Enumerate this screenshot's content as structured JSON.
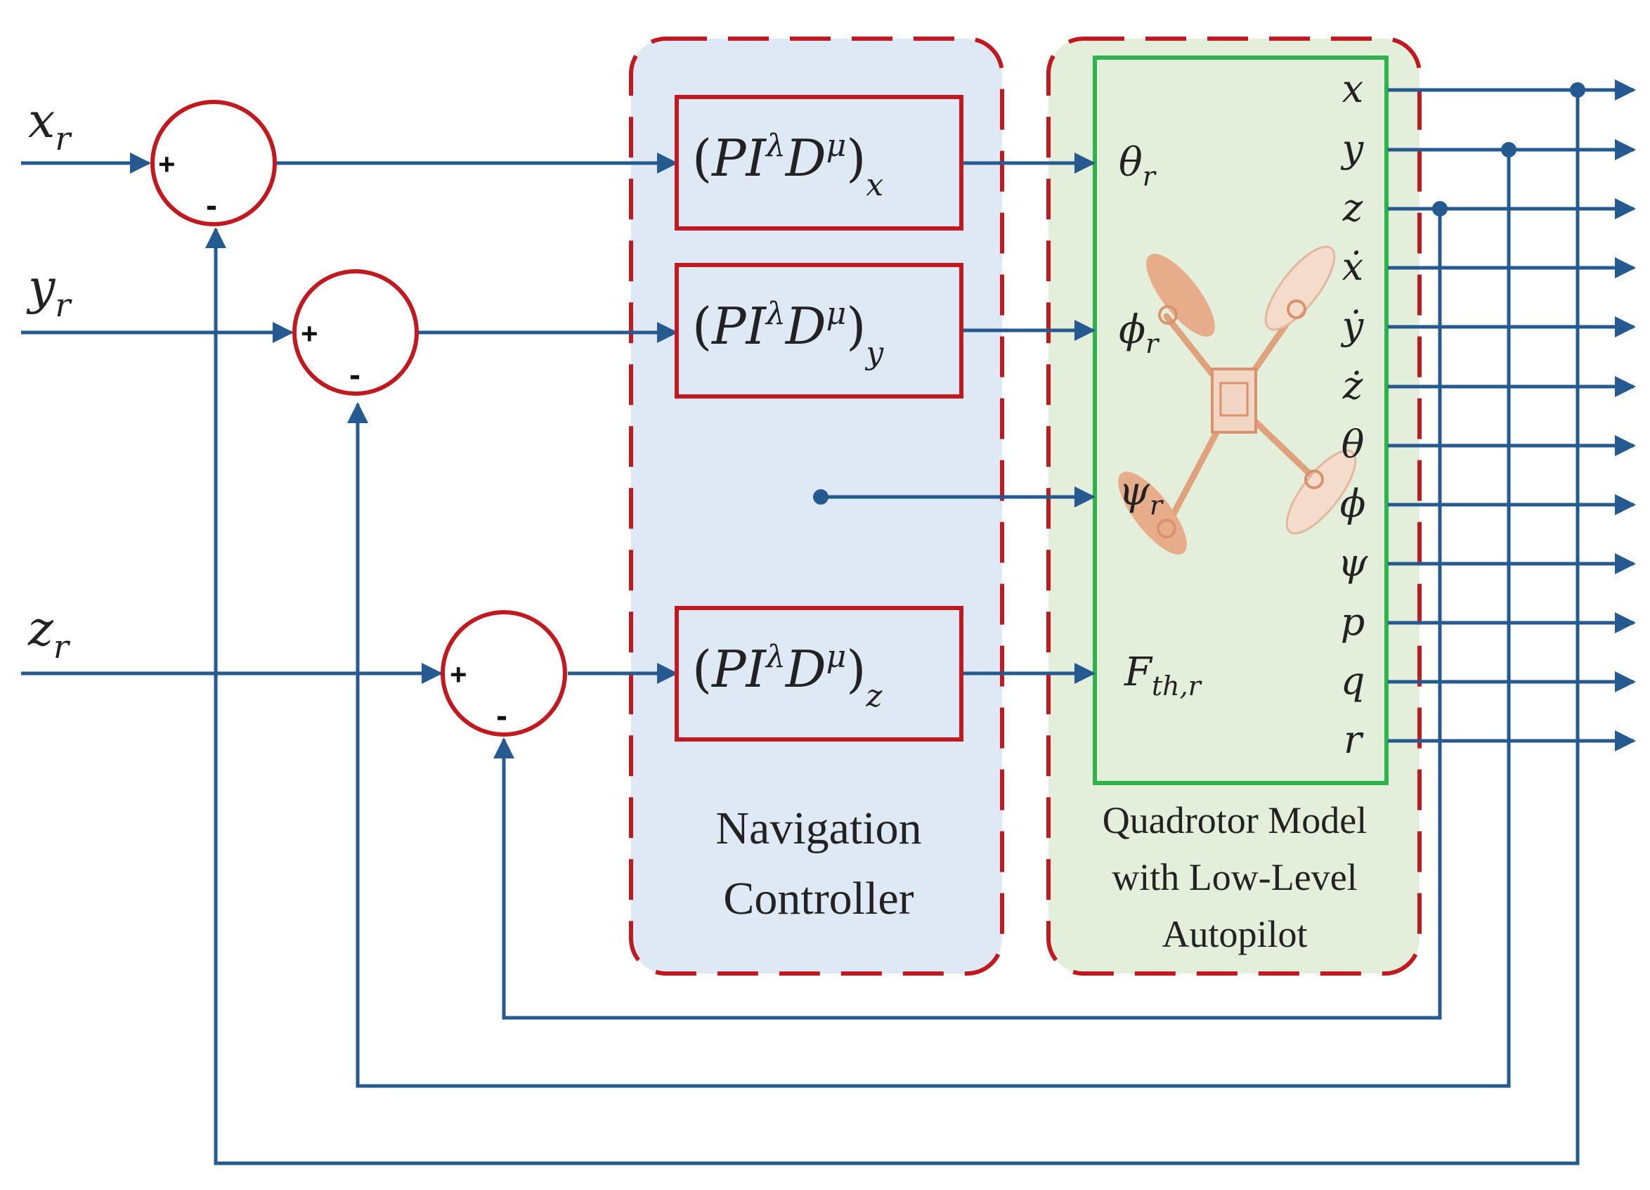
{
  "inputs": {
    "x": {
      "main": "x",
      "sub": "r"
    },
    "y": {
      "main": "y",
      "sub": "r"
    },
    "z": {
      "main": "z",
      "sub": "r"
    }
  },
  "summing_signs": {
    "plus": "+",
    "minus": "-"
  },
  "controllers": [
    {
      "sub": "x"
    },
    {
      "sub": "y"
    },
    {
      "sub": "z"
    }
  ],
  "controller_expr": {
    "lparen": "(",
    "P": "P",
    "I": "I",
    "lambda": "λ",
    "D": "D",
    "mu": "μ",
    "rparen": ")"
  },
  "nav_label": [
    "Navigation",
    "Controller"
  ],
  "model_label": [
    "Quadrotor Model",
    "with Low-Level",
    "Autopilot"
  ],
  "model_inputs": [
    {
      "main": "θ",
      "sub": "r"
    },
    {
      "main": "ϕ",
      "sub": "r"
    },
    {
      "main": "ψ",
      "sub": "r"
    },
    {
      "main": "F",
      "sub": "th,r"
    }
  ],
  "outputs": [
    "x",
    "y",
    "z",
    "ẋ",
    "ẏ",
    "ż",
    "θ",
    "ϕ",
    "ψ",
    "p",
    "q",
    "r"
  ],
  "colors": {
    "wire": "#245a8f",
    "summer": "#c0191f",
    "nav_fill": "#dfe9f5",
    "model_fill": "#e3eedb",
    "model_border": "#2db34a",
    "dashed": "#c0191f"
  },
  "icons": [
    "quadrotor-icon"
  ]
}
